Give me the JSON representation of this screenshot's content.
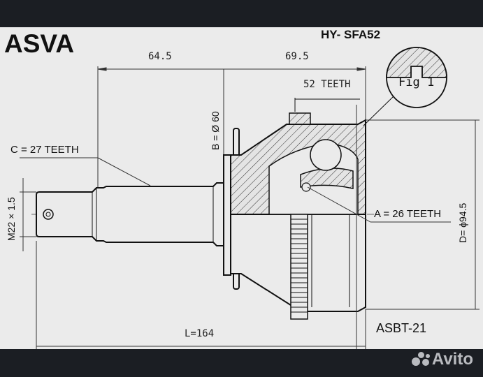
{
  "header": {
    "brand": "ASVA",
    "part_number": "HY- SFA52"
  },
  "dimensions": {
    "length_left": "64.5",
    "length_right": "69.5",
    "total_length": "L=164",
    "bore_b": "B = Ø 60",
    "outer_d": "D= ϕ94.5",
    "thread": "M22 × 1.5"
  },
  "labels": {
    "abs_teeth": "52 TEETH",
    "spline_c": "C = 27 TEETH",
    "spline_a": "A = 26 TEETH",
    "fig": "Fig 1"
  },
  "footer": {
    "boot_code": "ASBT-21",
    "watermark": "Avito"
  },
  "colors": {
    "background": "#ebebeb",
    "frame": "#1b1e23",
    "ink": "#111111"
  }
}
